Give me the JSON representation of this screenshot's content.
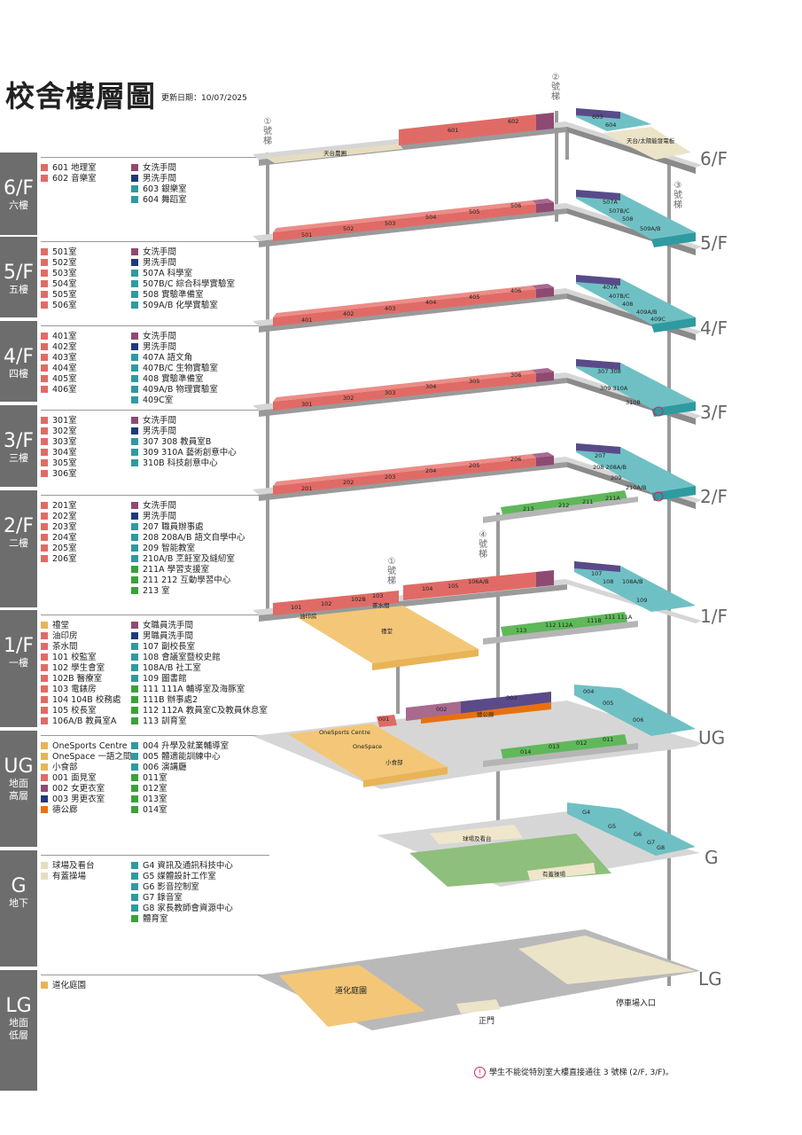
{
  "header": {
    "title": "校舍樓層圖",
    "updated": "更新日期：10/07/2025"
  },
  "colors": {
    "r": "#e06b66",
    "p": "#8e4a72",
    "n": "#1e3a78",
    "t": "#2f9aa0",
    "g": "#3aa23a",
    "y": "#e8b457",
    "o": "#e8710f",
    "b": "#e6dcc0"
  },
  "floors": [
    {
      "code": "6/F",
      "name": "六樓",
      "col1": [
        [
          "601 地理室",
          "r"
        ],
        [
          "602 音樂室",
          "r"
        ]
      ],
      "col2": [
        [
          "女洗手間",
          "p"
        ],
        [
          "男洗手間",
          "n"
        ],
        [
          "603 銀樂室",
          "t"
        ],
        [
          "604 舞蹈室",
          "t"
        ]
      ]
    },
    {
      "code": "5/F",
      "name": "五樓",
      "col1": [
        [
          "501室",
          "r"
        ],
        [
          "502室",
          "r"
        ],
        [
          "503室",
          "r"
        ],
        [
          "504室",
          "r"
        ],
        [
          "505室",
          "r"
        ],
        [
          "506室",
          "r"
        ]
      ],
      "col2": [
        [
          "女洗手間",
          "p"
        ],
        [
          "男洗手間",
          "n"
        ],
        [
          "507A 科學室",
          "t"
        ],
        [
          "507B/C 綜合科學實驗室",
          "t"
        ],
        [
          "508 實驗準備室",
          "t"
        ],
        [
          "509A/B 化學實驗室",
          "t"
        ]
      ]
    },
    {
      "code": "4/F",
      "name": "四樓",
      "col1": [
        [
          "401室",
          "r"
        ],
        [
          "402室",
          "r"
        ],
        [
          "403室",
          "r"
        ],
        [
          "404室",
          "r"
        ],
        [
          "405室",
          "r"
        ],
        [
          "406室",
          "r"
        ]
      ],
      "col2": [
        [
          "女洗手間",
          "p"
        ],
        [
          "男洗手間",
          "n"
        ],
        [
          "407A 語文角",
          "t"
        ],
        [
          "407B/C 生物實驗室",
          "t"
        ],
        [
          "408 實驗準備室",
          "t"
        ],
        [
          "409A/B 物理實驗室",
          "t"
        ],
        [
          "409C室",
          "t"
        ]
      ]
    },
    {
      "code": "3/F",
      "name": "三樓",
      "col1": [
        [
          "301室",
          "r"
        ],
        [
          "302室",
          "r"
        ],
        [
          "303室",
          "r"
        ],
        [
          "304室",
          "r"
        ],
        [
          "305室",
          "r"
        ],
        [
          "306室",
          "r"
        ]
      ],
      "col2": [
        [
          "女洗手間",
          "p"
        ],
        [
          "男洗手間",
          "n"
        ],
        [
          "307 308 教員室B",
          "t"
        ],
        [
          "309 310A 藝術創意中心",
          "t"
        ],
        [
          "310B 科技創意中心",
          "t"
        ]
      ]
    },
    {
      "code": "2/F",
      "name": "二樓",
      "col1": [
        [
          "201室",
          "r"
        ],
        [
          "202室",
          "r"
        ],
        [
          "203室",
          "r"
        ],
        [
          "204室",
          "r"
        ],
        [
          "205室",
          "r"
        ],
        [
          "206室",
          "r"
        ]
      ],
      "col2": [
        [
          "女洗手間",
          "p"
        ],
        [
          "男洗手間",
          "n"
        ],
        [
          "207 職員辦事處",
          "t"
        ],
        [
          "208 208A/B 語文自學中心",
          "t"
        ],
        [
          "209 智能教室",
          "t"
        ],
        [
          "210A/B 烹飪室及縫紉室",
          "t"
        ],
        [
          "211A 學習支援室",
          "g"
        ],
        [
          "211 212 互動學習中心",
          "g"
        ],
        [
          "213 室",
          "g"
        ]
      ]
    },
    {
      "code": "1/F",
      "name": "一樓",
      "col1": [
        [
          "禮堂",
          "y"
        ],
        [
          "油印房",
          "r"
        ],
        [
          "茶水間",
          "r"
        ],
        [
          "101 校監室",
          "r"
        ],
        [
          "102 學生會室",
          "r"
        ],
        [
          "102B 醫療室",
          "r"
        ],
        [
          "103 電錶房",
          "r"
        ],
        [
          "104 104B 校務處",
          "r"
        ],
        [
          "105 校長室",
          "r"
        ],
        [
          "106A/B 教員室A",
          "r"
        ]
      ],
      "col2": [
        [
          "女職員洗手間",
          "p"
        ],
        [
          "男職員洗手間",
          "n"
        ],
        [
          "107 副校長室",
          "t"
        ],
        [
          "108 會議室暨校史館",
          "t"
        ],
        [
          "108A/B 社工室",
          "t"
        ],
        [
          "109 圖書館",
          "t"
        ],
        [
          "111 111A 輔導室及海豚室",
          "g"
        ],
        [
          "111B 辦事處2",
          "g"
        ],
        [
          "112 112A 教員室C及教員休息室",
          "g"
        ],
        [
          "113 訓育室",
          "g"
        ]
      ]
    },
    {
      "code": "UG",
      "name": "地面高層",
      "col1": [
        [
          "OneSports Centre",
          "y"
        ],
        [
          "OneSpace 一語之間",
          "y"
        ],
        [
          "小食部",
          "y"
        ],
        [
          "001 面見室",
          "r"
        ],
        [
          "002 女更衣室",
          "p"
        ],
        [
          "003 男更衣室",
          "n"
        ],
        [
          "德公廊",
          "o"
        ]
      ],
      "col2": [
        [
          "004 升學及就業輔導室",
          "t"
        ],
        [
          "005 體適能訓練中心",
          "t"
        ],
        [
          "006 演講廳",
          "t"
        ],
        [
          "011室",
          "g"
        ],
        [
          "012室",
          "g"
        ],
        [
          "013室",
          "g"
        ],
        [
          "014室",
          "g"
        ]
      ]
    },
    {
      "code": "G",
      "name": "地下",
      "col1": [
        [
          "球場及看台",
          "b"
        ],
        [
          "有蓋操場",
          "b"
        ]
      ],
      "col2": [
        [
          "G4 資訊及通訊科技中心",
          "t"
        ],
        [
          "G5 媒體設計工作室",
          "t"
        ],
        [
          "G6 影音控制室",
          "t"
        ],
        [
          "G7 錄音室",
          "t"
        ],
        [
          "G8 家長教師會資源中心",
          "t"
        ],
        [
          "體育室",
          "g"
        ]
      ]
    },
    {
      "code": "LG",
      "name": "地面低層",
      "col1": [
        [
          "道化庭園",
          "y"
        ]
      ],
      "col2": []
    }
  ],
  "diagram": {
    "floor_labels": [
      "6/F",
      "5/F",
      "4/F",
      "3/F",
      "2/F",
      "1/F",
      "UG",
      "G",
      "LG"
    ],
    "elevators": [
      "①號梯",
      "②號梯",
      "③號梯",
      "①號梯",
      "④號梯"
    ],
    "rooms": [
      "天台農圃",
      "601",
      "602",
      "603",
      "604",
      "天台/太陽能發電板",
      "501",
      "502",
      "503",
      "504",
      "505",
      "506",
      "507A",
      "507B/C",
      "508",
      "509A/B",
      "401",
      "402",
      "403",
      "404",
      "405",
      "406",
      "407A",
      "407B/C",
      "408",
      "409A/B",
      "409C",
      "301",
      "302",
      "303",
      "304",
      "305",
      "306",
      "307 308",
      "309 310A",
      "310B",
      "201",
      "202",
      "203",
      "204",
      "205",
      "206",
      "207",
      "208 208A/B",
      "209",
      "210A/B",
      "213",
      "212",
      "211",
      "211A",
      "101",
      "102",
      "102B",
      "103",
      "油印房",
      "茶水間",
      "禮堂",
      "104",
      "105",
      "106A/B",
      "107",
      "108",
      "108A/B",
      "109",
      "113",
      "112 112A",
      "111B",
      "111 111A",
      "001",
      "002",
      "德公廊",
      "003",
      "004",
      "005",
      "006",
      "OneSports Centre",
      "OneSpace",
      "小食部",
      "014",
      "013",
      "012",
      "011",
      "G4",
      "G5",
      "G6",
      "G7",
      "G8",
      "球場及看台",
      "有蓋操場",
      "道化庭園",
      "正門",
      "停車場入口"
    ]
  },
  "footnote": {
    "icon": "!",
    "text": "學生不能從特別室大樓直接通往 3 號梯 (2/F, 3/F)。"
  }
}
